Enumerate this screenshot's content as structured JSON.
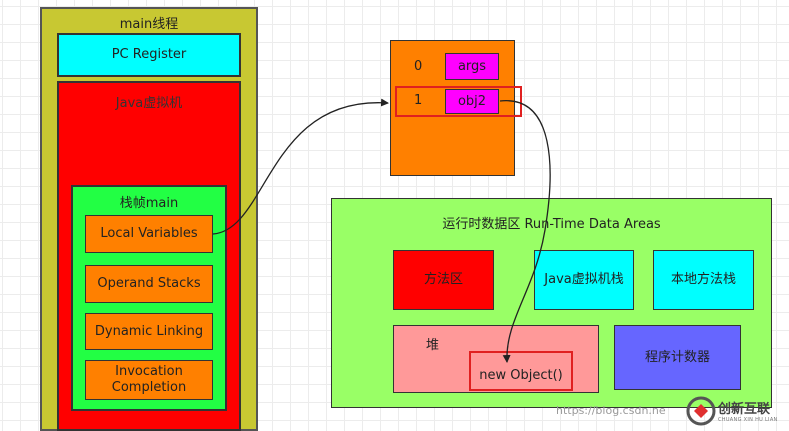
{
  "main_thread": {
    "title": "main线程"
  },
  "pc_register": {
    "label": "PC Register"
  },
  "jvm": {
    "label": "Java虚拟机"
  },
  "stack_frame": {
    "title": "栈帧main",
    "items": [
      "Local Variables",
      "Operand Stacks",
      "Dynamic Linking",
      "Invocation Completion"
    ]
  },
  "local_variable_table": {
    "rows": [
      {
        "index": "0",
        "name": "args"
      },
      {
        "index": "1",
        "name": "obj2"
      }
    ]
  },
  "runtime_data_areas": {
    "title": "运行时数据区 Run-Time Data Areas",
    "method_area": "方法区",
    "vm_stack": "Java虚拟机栈",
    "native_stack": "本地方法栈",
    "heap": "堆",
    "heap_object": "new Object()",
    "pc_counter": "程序计数器"
  },
  "watermark": {
    "text": "https://blog.csdn.ne"
  },
  "logo": {
    "name": "创新互联",
    "subtitle": "CHUANG XIN HU LIAN"
  }
}
